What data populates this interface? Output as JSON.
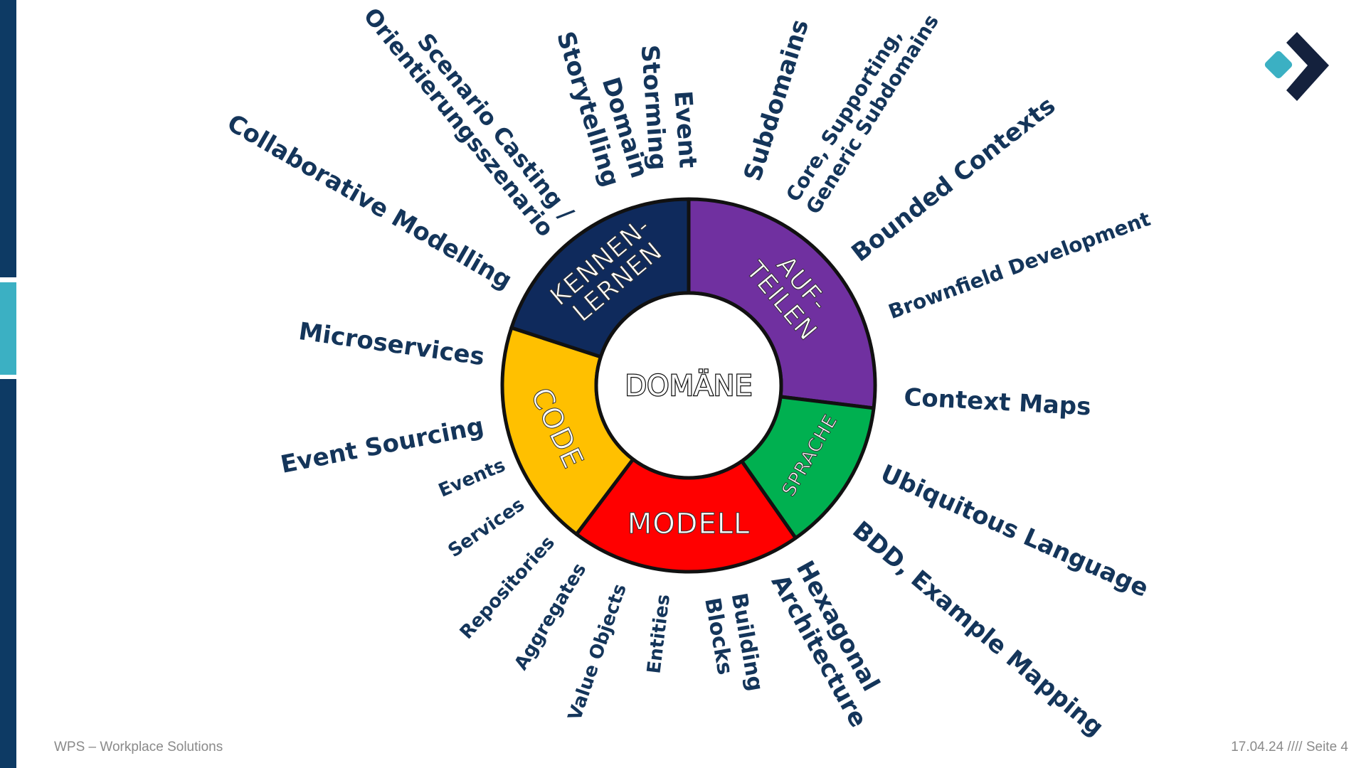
{
  "center": "DOMÄNE",
  "segments": [
    {
      "id": "kennenlernen",
      "lines": [
        "KENNEN-",
        "LERNEN"
      ],
      "color": "#0f2a5c",
      "text_color": "#ffffff"
    },
    {
      "id": "aufteilen",
      "lines": [
        "AUF-",
        "TEILEN"
      ],
      "color": "#7030a0",
      "text_color": "#ffffff"
    },
    {
      "id": "sprache",
      "lines": [
        "SPRACHE"
      ],
      "color": "#00b050",
      "text_color": "#ffffff"
    },
    {
      "id": "modell",
      "lines": [
        "MODELL"
      ],
      "color": "#ff0000",
      "text_color": "#ffffff"
    },
    {
      "id": "code",
      "lines": [
        "CODE"
      ],
      "color": "#ffc000",
      "text_color": "#ffffff"
    }
  ],
  "terms": [
    {
      "lines": [
        "Collaborative Modelling"
      ]
    },
    {
      "lines": [
        "Scenario Casting /",
        "Orientierungsszenario"
      ]
    },
    {
      "lines": [
        "Domain",
        "Storytelling"
      ]
    },
    {
      "lines": [
        "Event",
        "Storming"
      ]
    },
    {
      "lines": [
        "Subdomains"
      ]
    },
    {
      "lines": [
        "Core, Supporting,",
        "Generic Subdomains"
      ]
    },
    {
      "lines": [
        "Bounded Contexts"
      ]
    },
    {
      "lines": [
        "Brownfield Development"
      ]
    },
    {
      "lines": [
        "Context Maps"
      ]
    },
    {
      "lines": [
        "Ubiquitous Language"
      ]
    },
    {
      "lines": [
        "BDD, Example Mapping"
      ]
    },
    {
      "lines": [
        "Hexagonal",
        "Architecture"
      ]
    },
    {
      "lines": [
        "Building",
        "Blocks"
      ]
    },
    {
      "lines": [
        "Entities"
      ]
    },
    {
      "lines": [
        "Value Objects"
      ]
    },
    {
      "lines": [
        "Aggregates"
      ]
    },
    {
      "lines": [
        "Repositories"
      ]
    },
    {
      "lines": [
        "Services"
      ]
    },
    {
      "lines": [
        "Events"
      ]
    },
    {
      "lines": [
        "Event Sourcing"
      ]
    },
    {
      "lines": [
        "Microservices"
      ]
    }
  ],
  "footer": {
    "left": "WPS – Workplace Solutions",
    "right": "17.04.24 //// Seite 4"
  }
}
